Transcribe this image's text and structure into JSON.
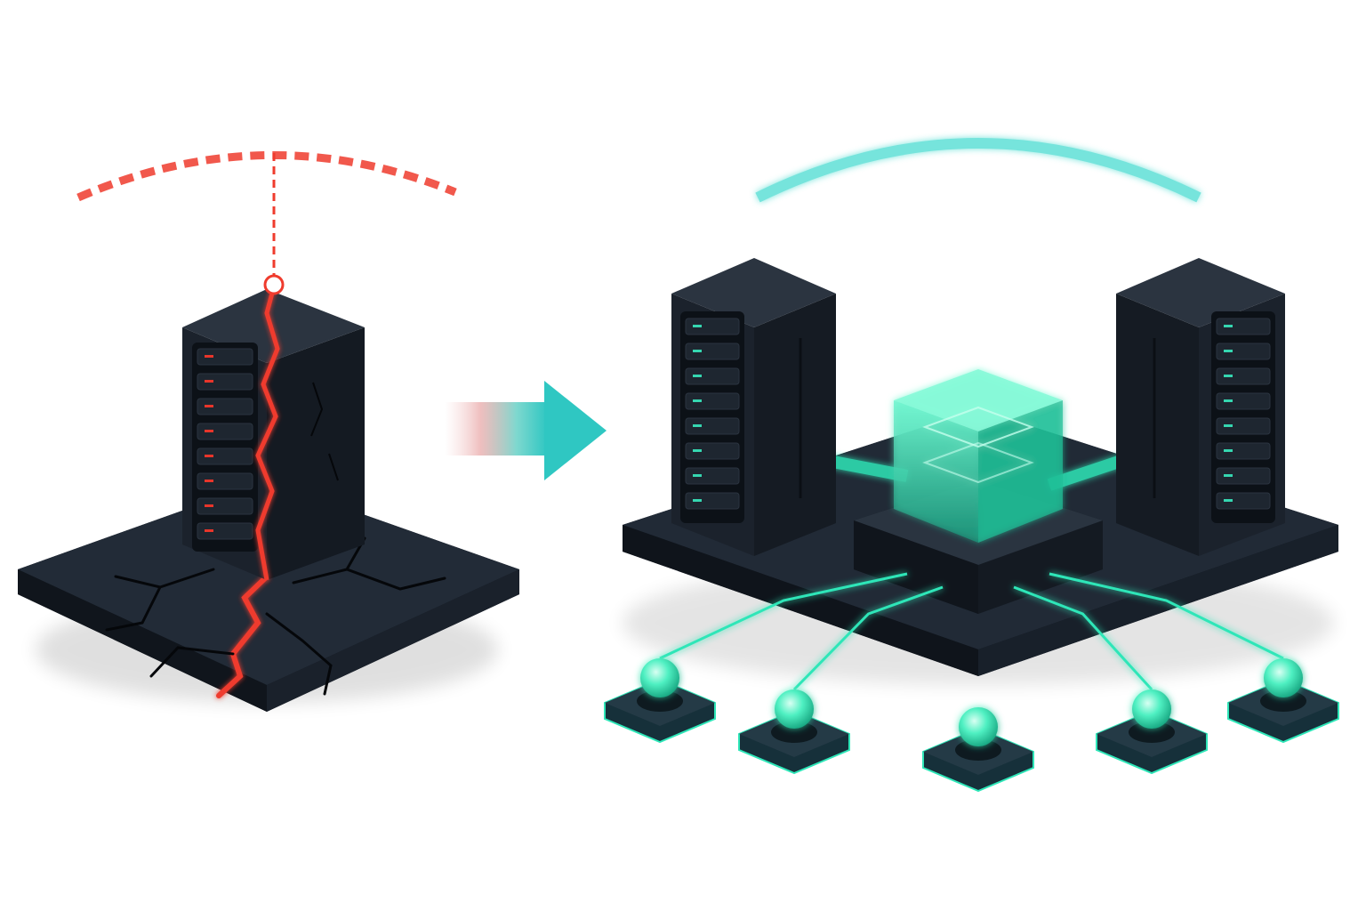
{
  "scene": {
    "background": "#ffffff",
    "colors": {
      "failure_red": "#ef3b2d",
      "accent_teal": "#2ee6b8",
      "cable_cyan": "#5fe0d6",
      "hardware_dark": "#1f2733",
      "hardware_side": "#141a22",
      "hardware_top": "#2b3440",
      "led_red": "#e8352a",
      "led_teal": "#35d6b0"
    }
  },
  "left_group": {
    "concept": "single-point-of-failure",
    "server_icon": "server-rack-icon",
    "crack_icon": "crack-icon",
    "failure_marker_icon": "failure-marker-icon",
    "signal_icon": "broken-signal-arc-icon",
    "led_rows": 8
  },
  "transition": {
    "arrow_icon": "arrow-right-icon"
  },
  "right_group": {
    "concept": "redundant-cluster",
    "server_icon": "server-rack-icon",
    "servers": 2,
    "led_rows": 8,
    "core_icon": "glowing-cube-icon",
    "link_icon": "arc-link-icon",
    "client_node_icon": "glowing-node-icon",
    "client_nodes": 5
  }
}
